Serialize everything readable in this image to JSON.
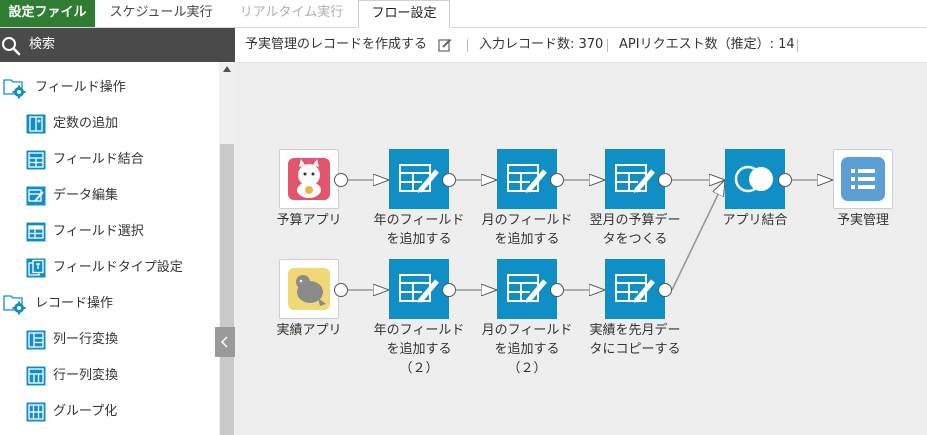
{
  "tabs": {
    "brand": "設定ファイル",
    "schedule": "スケジュール実行",
    "realtime": "リアルタイム実行",
    "flow": "フロー設定"
  },
  "sidebar": {
    "search_label": "検索",
    "groups": [
      {
        "label": "フィールド操作",
        "items": [
          {
            "label": "定数の追加",
            "icon": "constant-icon"
          },
          {
            "label": "フィールド結合",
            "icon": "field-join-icon"
          },
          {
            "label": "データ編集",
            "icon": "data-edit-icon"
          },
          {
            "label": "フィールド選択",
            "icon": "field-select-icon"
          },
          {
            "label": "フィールドタイプ設定",
            "icon": "field-type-icon"
          }
        ]
      },
      {
        "label": "レコード操作",
        "items": [
          {
            "label": "列ー行変換",
            "icon": "column-to-row-icon"
          },
          {
            "label": "行ー列変換",
            "icon": "row-to-column-icon"
          },
          {
            "label": "グループ化",
            "icon": "group-icon"
          }
        ]
      }
    ]
  },
  "infobar": {
    "flow_name": "予実管理のレコードを作成する",
    "input_records": "入力レコード数: 370",
    "api_requests": "APIリクエスト数（推定）: 14"
  },
  "flow": {
    "nodes": {
      "budget_app": "予算アプリ",
      "year_field_1": "年のフィールド\nを追加する",
      "month_field_1": "月のフィールド\nを追加する",
      "next_month_budget": "翌月の予算デー\nタをつくる",
      "app_join": "アプリ結合",
      "budget_actual": "予実管理",
      "actual_app": "実績アプリ",
      "year_field_2": "年のフィールド\nを追加する\n（２）",
      "month_field_2": "月のフィールド\nを追加する\n（２）",
      "copy_actual": "実績を先月デー\nタにコピーする"
    }
  },
  "colors": {
    "brand": "#2e7d32",
    "operation_node": "#0f8fc5",
    "canvas": "#eeeeee",
    "sidebar_header": "#4a4a4a"
  }
}
